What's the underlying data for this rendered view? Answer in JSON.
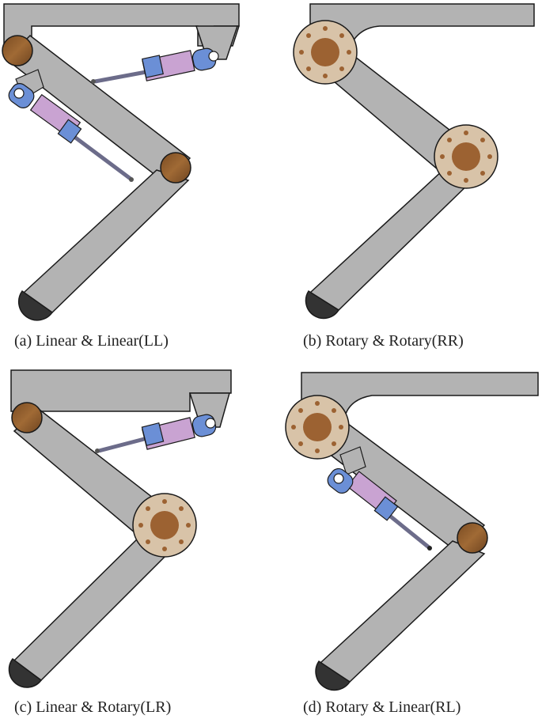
{
  "panels": [
    {
      "id": "a",
      "caption": "(a) Linear & Linear(LL)",
      "hip": "linear",
      "knee": "linear"
    },
    {
      "id": "b",
      "caption": "(b) Rotary & Rotary(RR)",
      "hip": "rotary",
      "knee": "rotary"
    },
    {
      "id": "c",
      "caption": "(c) Linear & Rotary(LR)",
      "hip": "linear",
      "knee": "rotary"
    },
    {
      "id": "d",
      "caption": "(d) Rotary & Linear(RL)",
      "hip": "rotary",
      "knee": "linear"
    }
  ],
  "colors": {
    "link": "#b3b3b3",
    "link_stroke": "#1a1a1a",
    "joint": "#8a5a2b",
    "rotary_outer": "#d8c3a8",
    "rotary_inner": "#9c6232",
    "cylinder_body": "#c9a3d2",
    "cylinder_cap": "#6b8fd6",
    "rod": "#6c6c8a",
    "foot": "#333333"
  }
}
